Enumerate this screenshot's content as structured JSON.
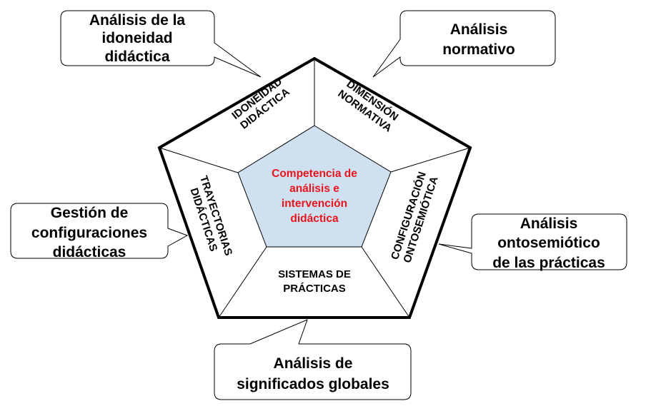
{
  "colors": {
    "center_fill": "#cfe0f1",
    "center_text": "#e8141c",
    "stroke": "#000000"
  },
  "center": {
    "lines": [
      "Competencia de",
      "análisis e",
      "intervención",
      "didáctica"
    ]
  },
  "segments": {
    "idoneidad": [
      "IDONEIDAD",
      "DIDÁCTICA"
    ],
    "normativa": [
      "DIMENSIÓN",
      "NORMATIVA"
    ],
    "configuracion": [
      "CONFIGURACIÓN",
      "ONTOSEMIÓTICA"
    ],
    "sistemas": [
      "SISTEMAS DE",
      "PRÁCTICAS"
    ],
    "trayectorias": [
      "TRAYECTORIAS",
      "DIDÁCTICAS"
    ]
  },
  "callouts": {
    "idoneidad": [
      "Análisis de la",
      "idoneidad",
      "didáctica"
    ],
    "normativo": [
      "Análisis",
      "normativo"
    ],
    "ontosemiotico": [
      "Análisis",
      "ontosemiótico",
      "de las prácticas"
    ],
    "globales": [
      "Análisis de",
      "significados globales"
    ],
    "gestion": [
      "Gestión de",
      "configuraciones",
      "didácticas"
    ]
  }
}
